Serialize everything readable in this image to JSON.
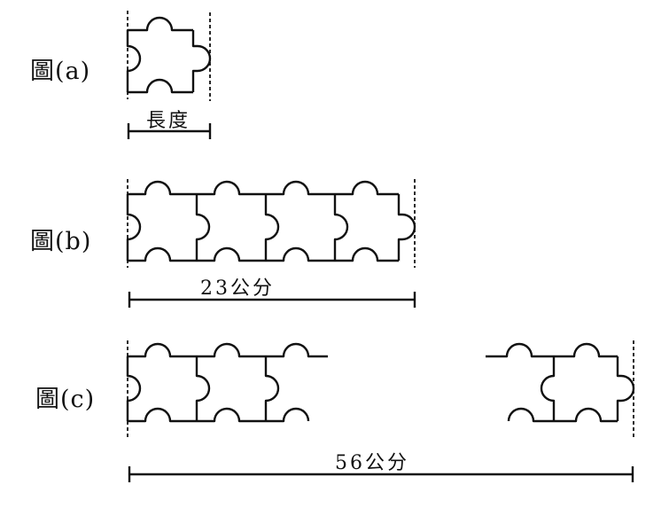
{
  "figures": [
    {
      "label": "圖(a)",
      "measure": "長度"
    },
    {
      "label": "圖(b)",
      "measure": "23公分"
    },
    {
      "label": "圖(c)",
      "measure": "56公分"
    }
  ]
}
